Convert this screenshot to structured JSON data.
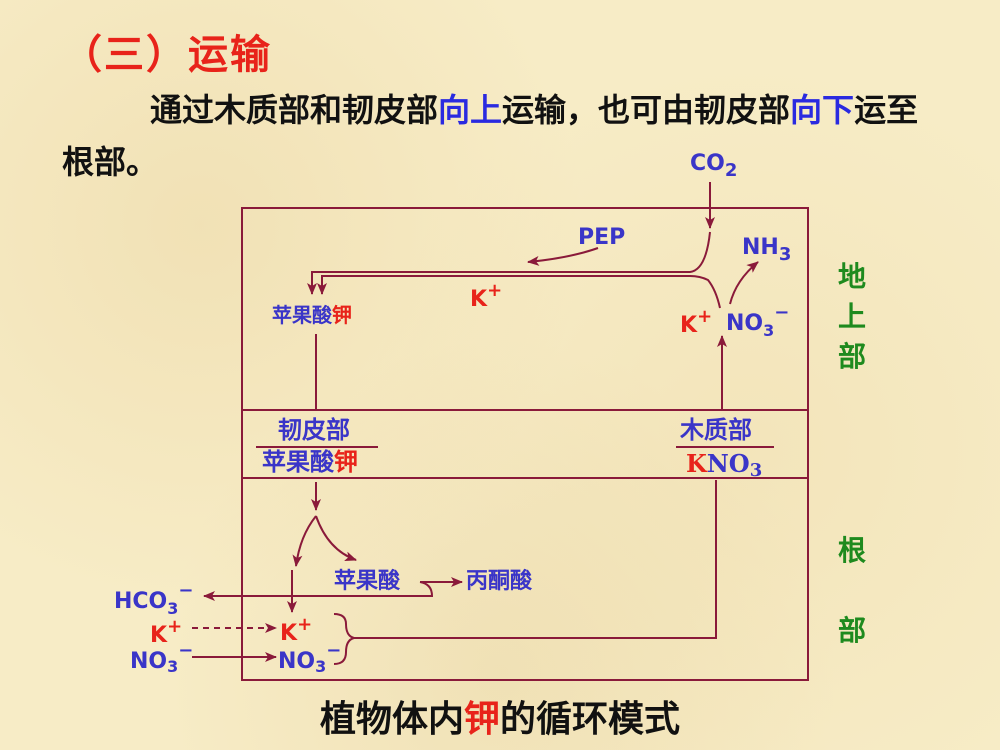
{
  "heading": "（三）运输",
  "paragraph": {
    "part1": "通过木质部和韧皮部",
    "part2": "向上",
    "part3": "运输，也可由韧皮部",
    "part4": "向下",
    "part5": "运至根部。"
  },
  "diagram": {
    "co2": "CO",
    "co2_sub": "2",
    "pep": "PEP",
    "nh3": "NH",
    "nh3_sub": "3",
    "k_plus_top": "K",
    "k_plus_mid": "K",
    "no3_mid": "NO",
    "no3_mid_sub": "3",
    "malate_k_a": "苹果酸",
    "malate_k_b": "钾",
    "phloem": "韧皮部",
    "phloem_sub_a": "苹果酸",
    "phloem_sub_b": "钾",
    "xylem": "木质部",
    "xylem_sub_k": "K",
    "xylem_sub_rest": "NO",
    "xylem_sub_sub": "3",
    "malic": "苹果酸",
    "pyruvate": "丙酮酸",
    "hco3": "HCO",
    "hco3_sub": "3",
    "k_left": "K",
    "no3_left": "NO",
    "no3_left_sub": "3",
    "k_root": "K",
    "no3_root": "NO",
    "no3_root_sub": "3",
    "above_ground": [
      "地",
      "上",
      "部"
    ],
    "root": [
      "根",
      "部"
    ]
  },
  "caption": {
    "part1": "植物体内",
    "part2": "钾",
    "part3": "的循环模式"
  },
  "colors": {
    "heading": "#e8231a",
    "emphasis": "#2a2ae0",
    "line": "#8a1a3a",
    "label": "#3a35c8",
    "potassium": "#e8231a",
    "section": "#1e8a1e"
  }
}
